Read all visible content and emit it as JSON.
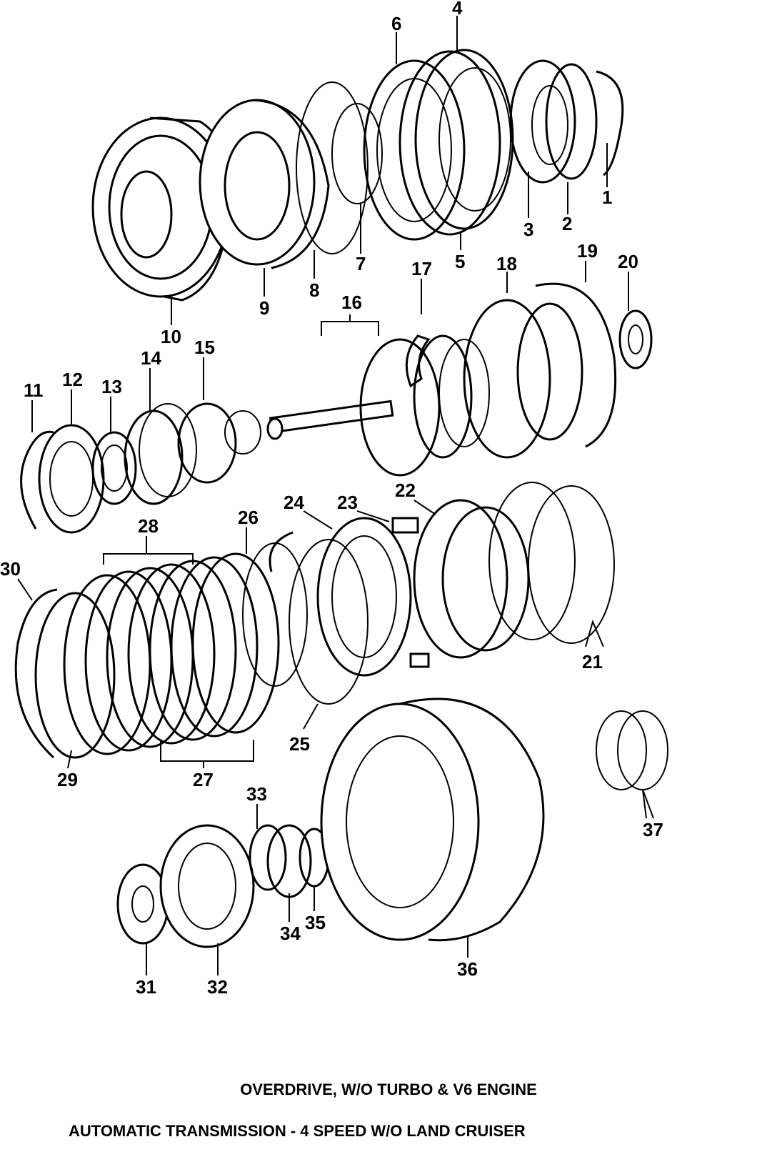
{
  "callouts": {
    "c1": "1",
    "c2": "2",
    "c3": "3",
    "c4": "4",
    "c5": "5",
    "c6": "6",
    "c7": "7",
    "c8": "8",
    "c9": "9",
    "c10": "10",
    "c11": "11",
    "c12": "12",
    "c13": "13",
    "c14": "14",
    "c15": "15",
    "c16": "16",
    "c17": "17",
    "c18": "18",
    "c19": "19",
    "c20": "20",
    "c21": "21",
    "c22": "22",
    "c23": "23",
    "c24": "24",
    "c25": "25",
    "c26": "26",
    "c27": "27",
    "c28": "28",
    "c29": "29",
    "c30": "30",
    "c31": "31",
    "c32": "32",
    "c33": "33",
    "c34": "34",
    "c35": "35",
    "c36": "36",
    "c37": "37"
  },
  "captions": {
    "line1": "OVERDRIVE, W/O TURBO & V6 ENGINE",
    "line2": "AUTOMATIC TRANSMISSION - 4 SPEED W/O LAND CRUISER"
  }
}
